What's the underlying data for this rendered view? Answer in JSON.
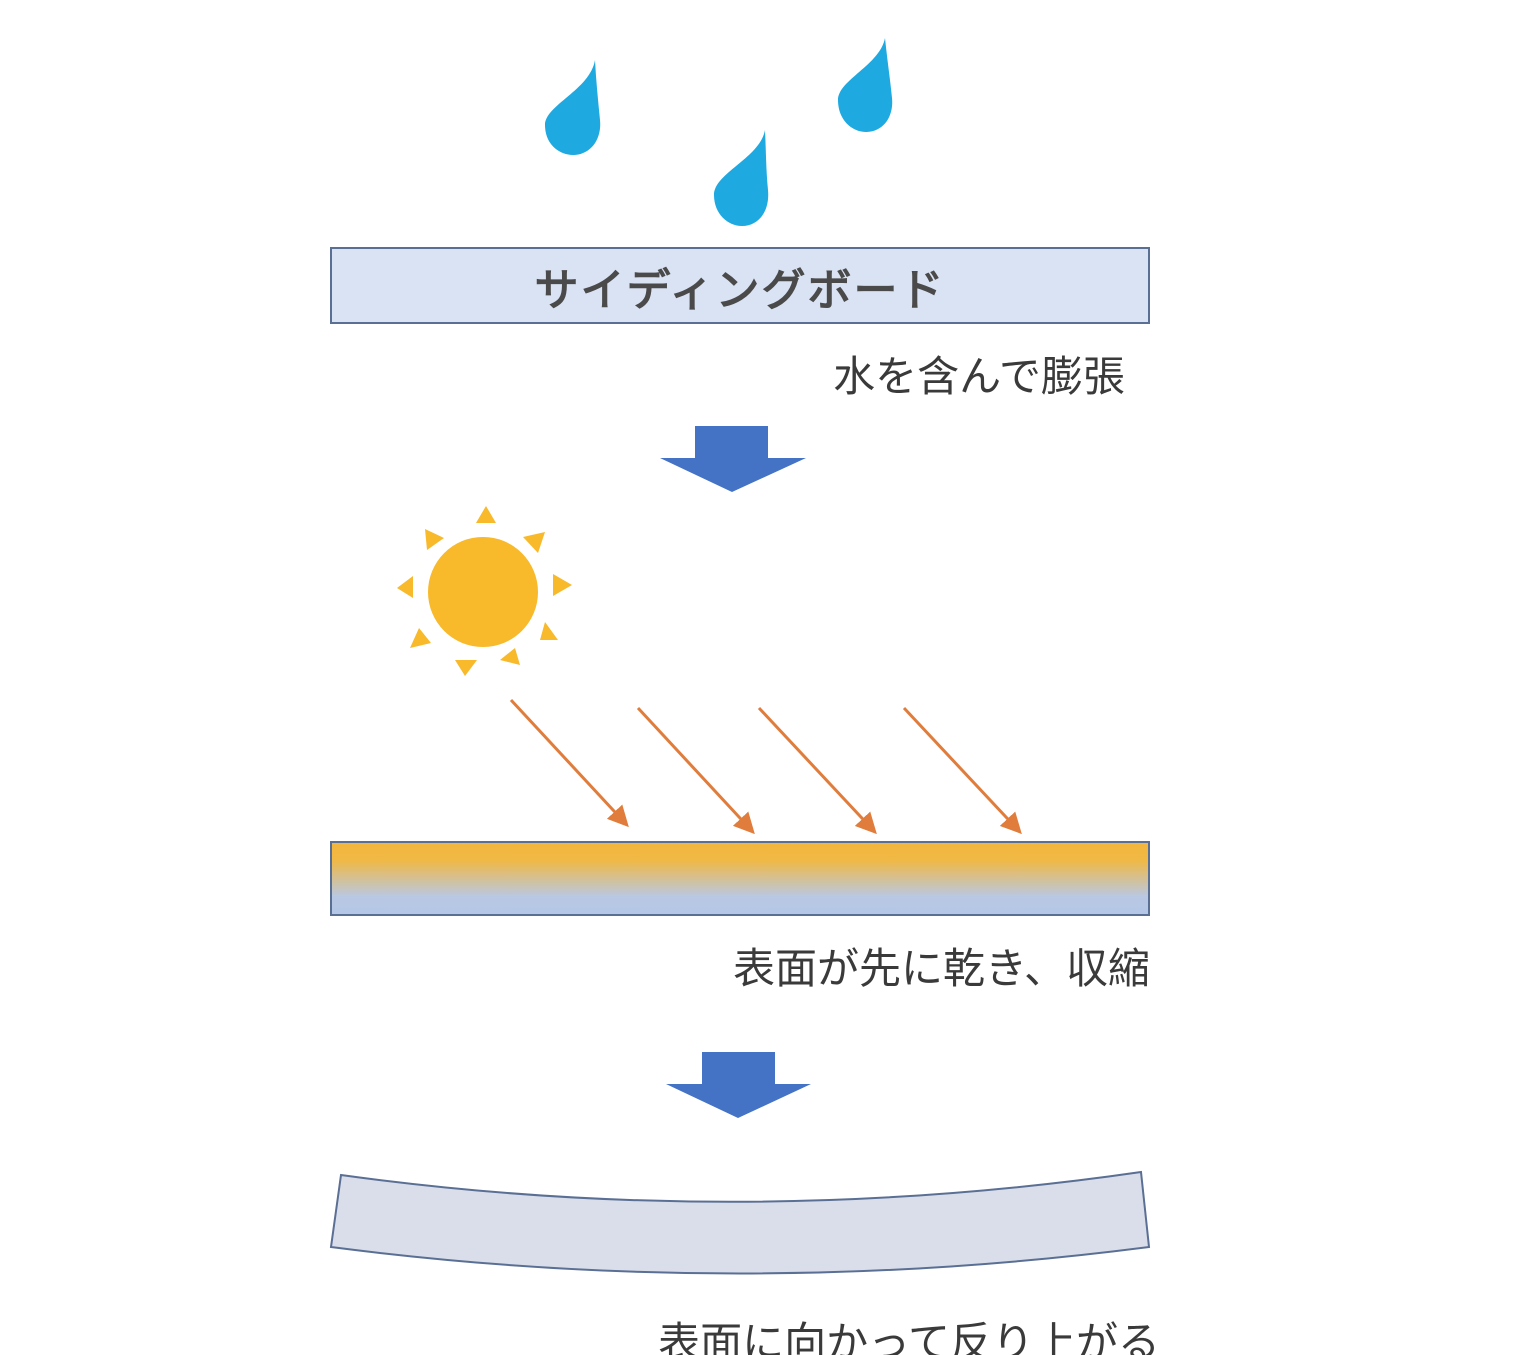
{
  "board": {
    "label": "サイディングボード"
  },
  "captions": {
    "swell": "水を含んで膨張",
    "shrink": "表面が先に乾き、収縮",
    "warp": "表面に向かって反り上がる"
  },
  "icons": {
    "rain": "raindrop-icon",
    "sun": "sun-icon",
    "down_arrow": "down-arrow-icon",
    "sunray": "sunray-arrow-icon"
  },
  "colors": {
    "raindrop": "#1ea9e1",
    "board_fill": "#dae3f3",
    "board_stroke": "#5a6f94",
    "block_arrow": "#4472c4",
    "sun": "#f8b92b",
    "sunray_arrow": "#e07d3c",
    "heated_top": "#f3b63c",
    "heated_bottom": "#b4c7e7",
    "warped_fill": "#d9deea",
    "text": "#3a3a3a"
  }
}
